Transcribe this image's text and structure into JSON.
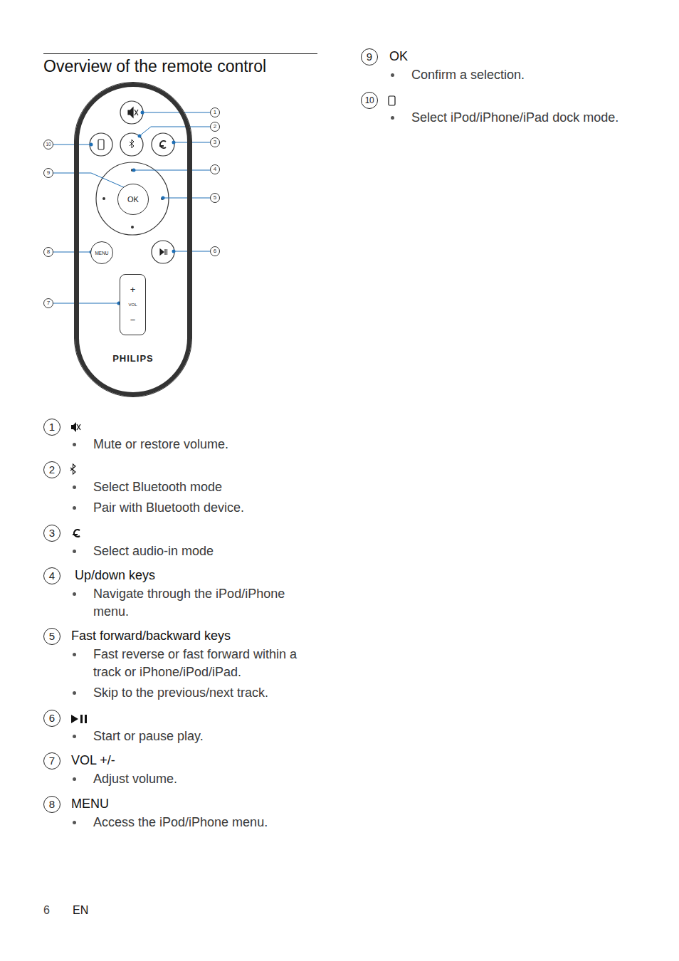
{
  "diagram": {
    "title": "Overview of the remote control",
    "nodes": [
      {
        "text": [
          "PHILIPS"
        ]
      },
      {
        "text": [
          "OK"
        ],
        "in": 0
      },
      {
        "text": [
          "MENU"
        ],
        "in": 0
      },
      {
        "text": [
          "+",
          "VOL",
          "−"
        ],
        "in": 0
      }
    ],
    "labels": [
      "1",
      "2",
      "3",
      "4",
      "5",
      "6",
      "7",
      "8",
      "9",
      "10",
      "1",
      "Mute or restore volume.",
      "2",
      "Select Bluetooth mode",
      "Pair with Bluetooth device.",
      "3",
      "Select audio-in mode",
      "4",
      "Up/down keys",
      "Navigate through the iPod/iPhone menu.",
      "5",
      "Fast forward/backward keys",
      "Fast reverse or fast forward within a track or iPhone/iPod/iPad.",
      "Skip to the previous/next track.",
      "6",
      "Start or pause play.",
      "7",
      "VOL +/-",
      "Adjust volume.",
      "8",
      "MENU",
      "Access the iPod/iPhone menu.",
      "9",
      "OK",
      "Confirm a selection.",
      "10",
      "Select iPod/iPhone/iPad dock mode.",
      "6",
      "EN"
    ]
  }
}
